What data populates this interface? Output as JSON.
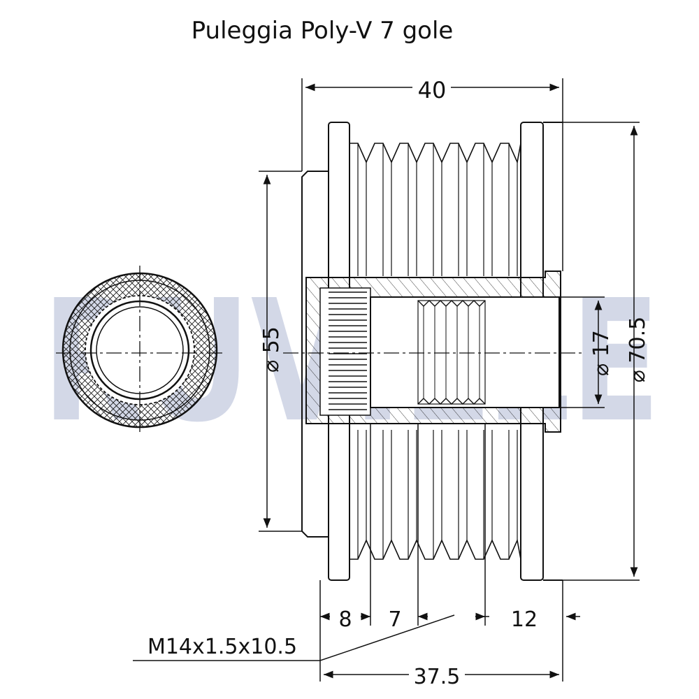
{
  "title": "Puleggia Poly-V 7 gole",
  "watermark": "RUVILLE",
  "dimensions": {
    "overall_width": "40",
    "hub_diameter": "55",
    "bore_diameter": "17",
    "pulley_diameter": "70.5",
    "dim_left": "8",
    "dim_middle": "7",
    "dim_right": "12",
    "total_length": "37.5",
    "thread_spec": "M14x1.5x10.5"
  },
  "colors": {
    "line": "#111111",
    "watermark": "#2b3f8c",
    "background": "#ffffff"
  }
}
